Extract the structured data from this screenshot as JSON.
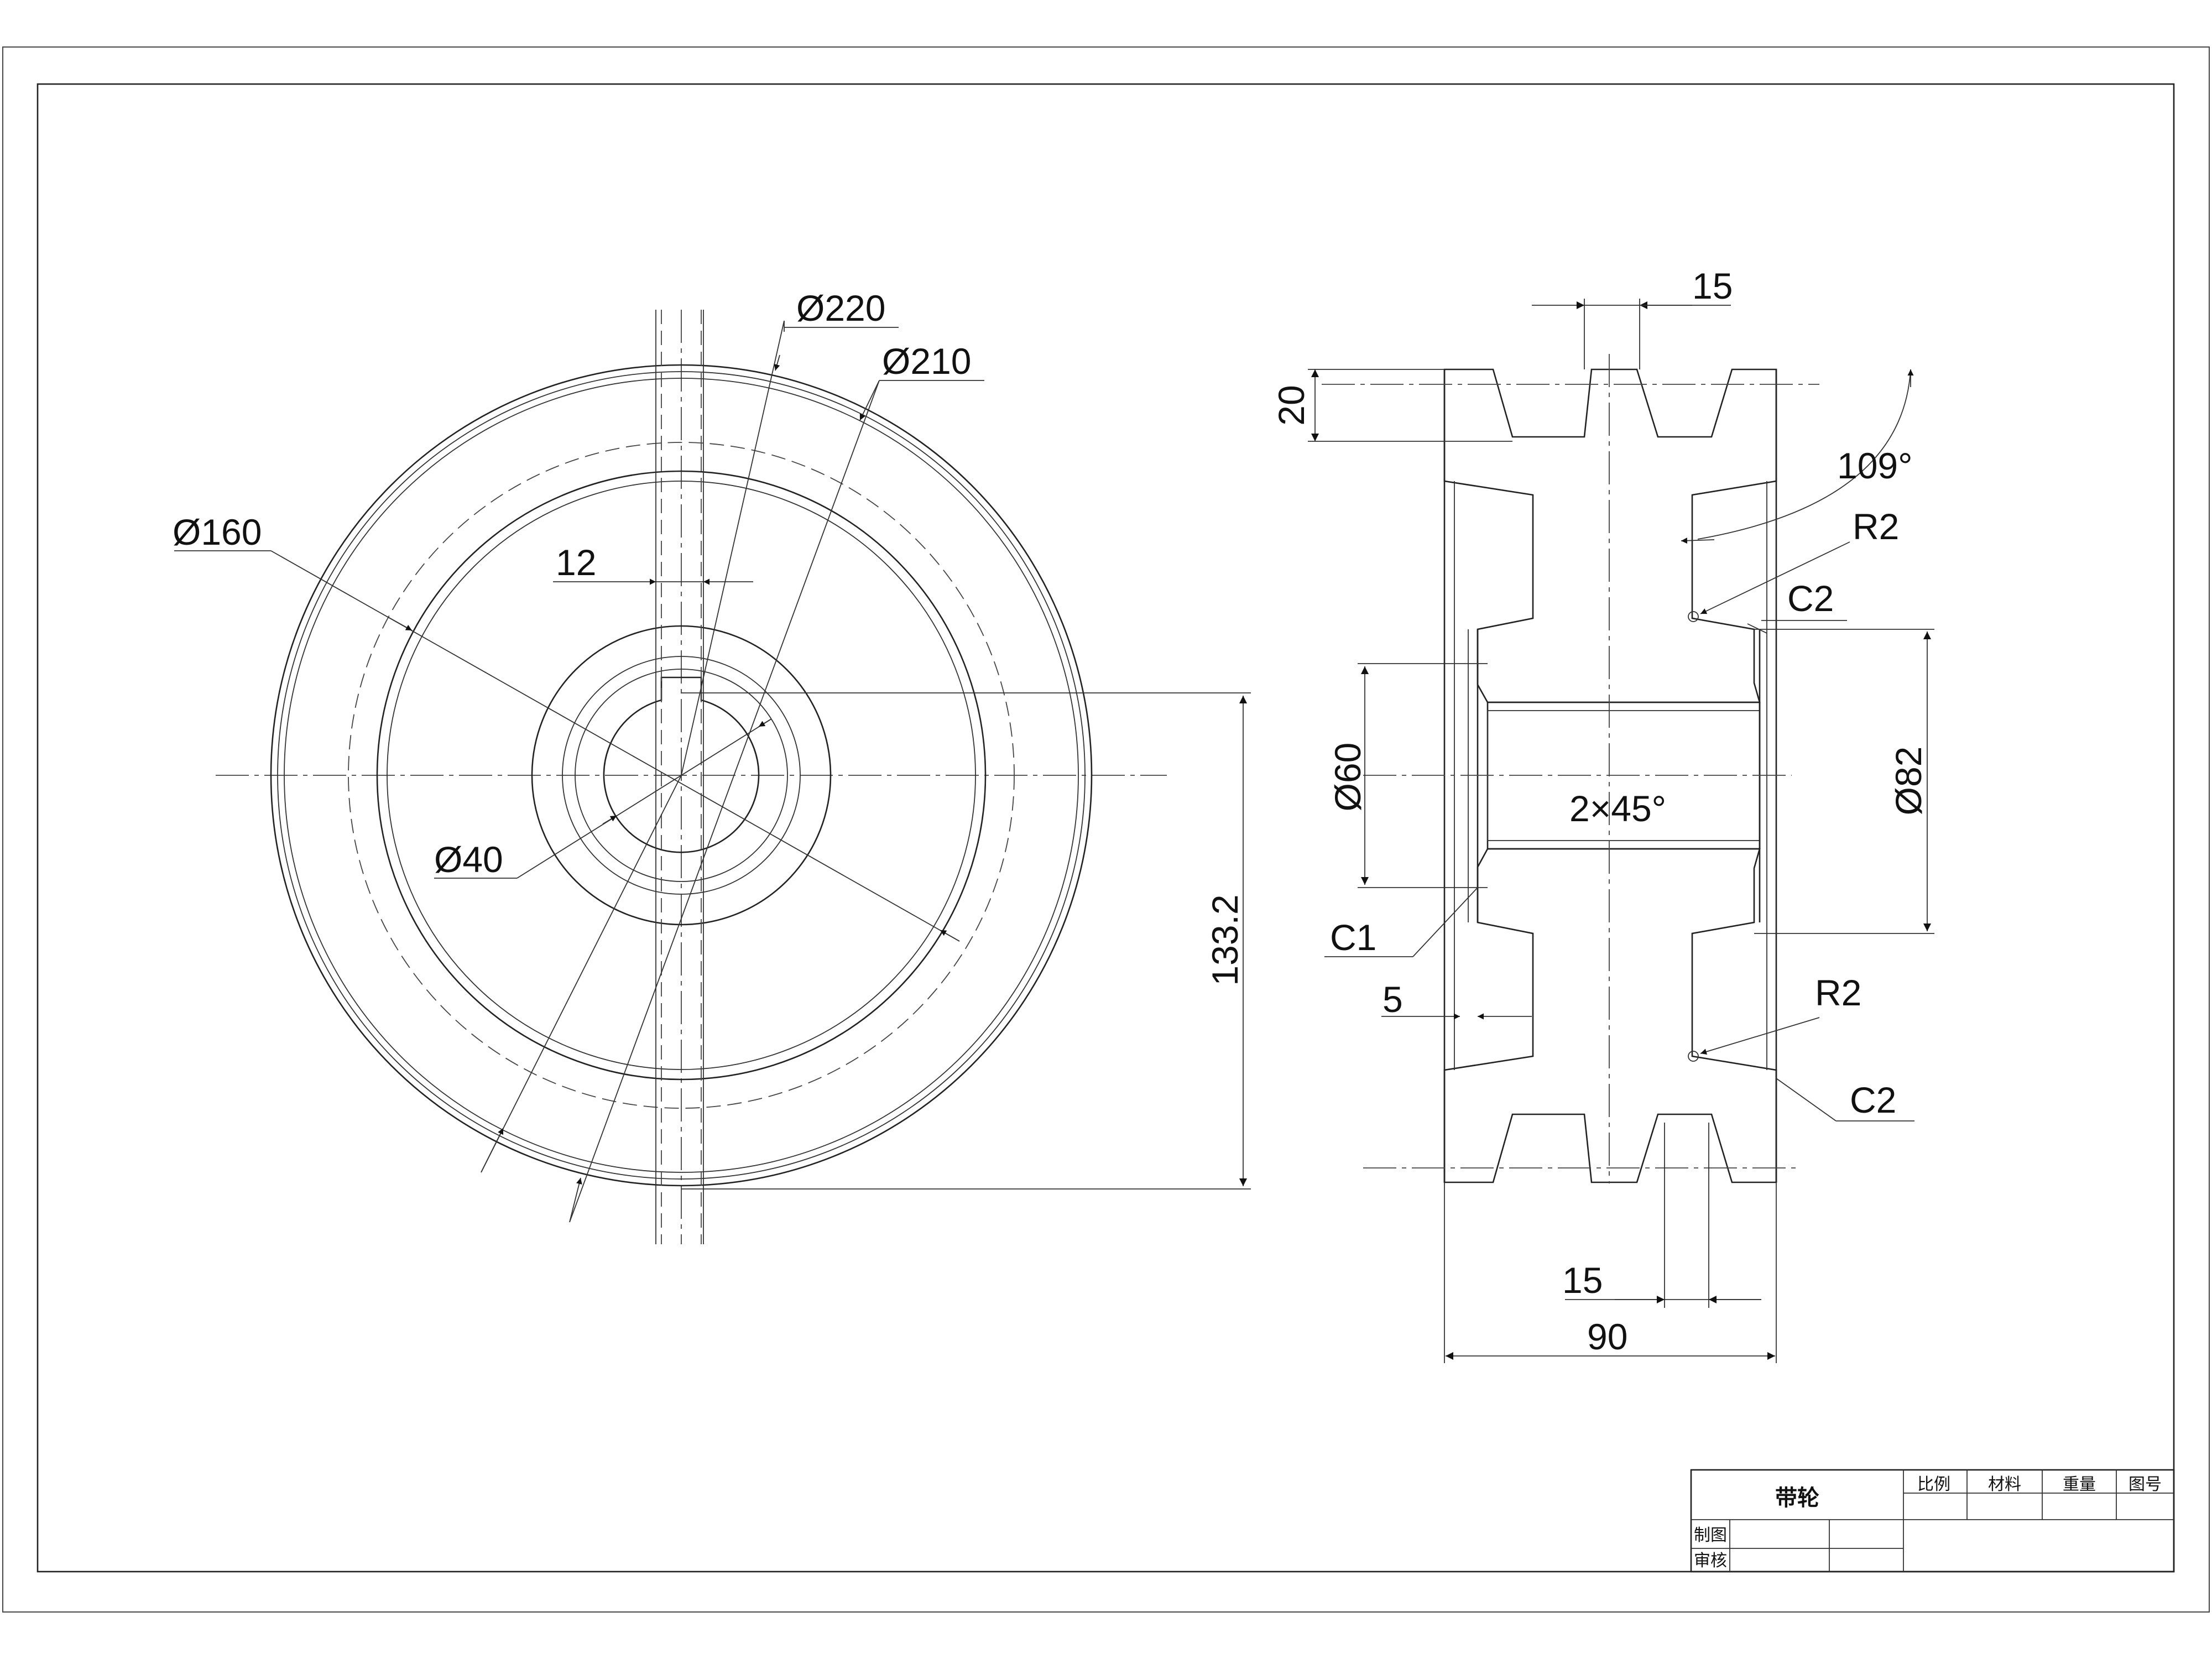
{
  "front_view": {
    "dims": {
      "d220": "Ø220",
      "d210": "Ø210",
      "d160": "Ø160",
      "d40": "Ø40",
      "key12": "12",
      "h1332": "133.2"
    }
  },
  "side_view": {
    "dims": {
      "groove15_top": "15",
      "depth20": "20",
      "angle109": "109°",
      "r2_top": "R2",
      "c2_top": "C2",
      "d60": "Ø60",
      "d82": "Ø82",
      "chamfer_bore": "2×45°",
      "c1": "C1",
      "w5": "5",
      "r2_bottom": "R2",
      "c2_bottom": "C2",
      "groove15_bottom": "15",
      "width90": "90"
    }
  },
  "title_block": {
    "part_name": "带轮",
    "scale_label": "比例",
    "material_label": "材料",
    "weight_label": "重量",
    "drawing_no_label": "图号",
    "drawn_label": "制图",
    "checked_label": "审核"
  }
}
